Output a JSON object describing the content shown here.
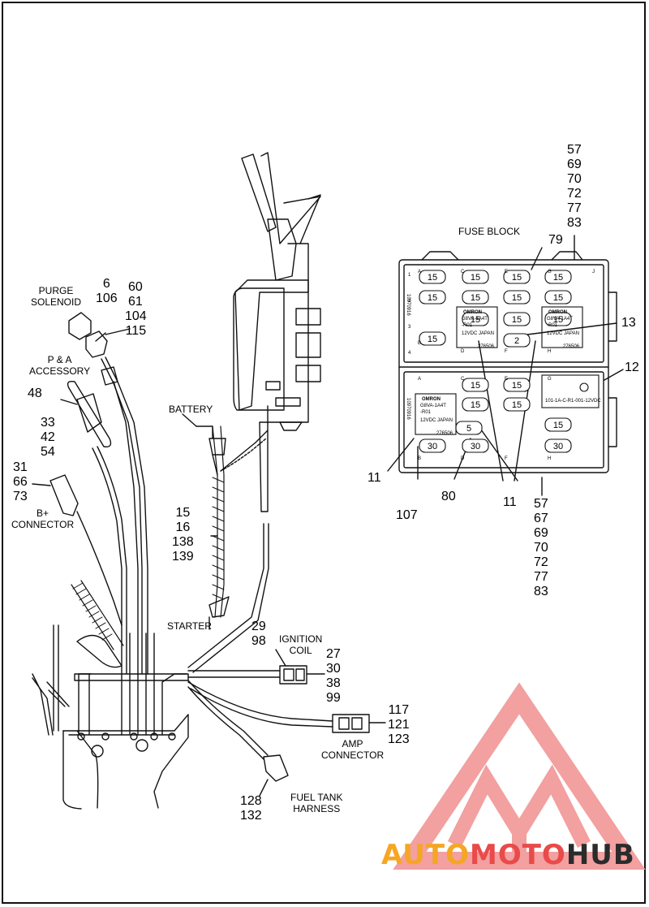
{
  "labels": {
    "purge_solenoid": "PURGE\nSOLENOID",
    "pa_accessory": "P & A\nACCESSORY",
    "b_plus_connector": "B+\nCONNECTOR",
    "battery": "BATTERY",
    "starter": "STARTER",
    "ignition_coil": "IGNITION\nCOIL",
    "amp_connector": "AMP\nCONNECTOR",
    "fuel_tank_harness": "FUEL TANK\nHARNESS",
    "fuse_block": "FUSE BLOCK"
  },
  "callouts": {
    "purge_a": [
      "6",
      "106"
    ],
    "purge_b": [
      "60",
      "61"
    ],
    "purge_c": [
      "104",
      "115"
    ],
    "pa_left_48": [
      "48"
    ],
    "pa_left": [
      "33",
      "42",
      "54"
    ],
    "bplus": [
      "31",
      "66",
      "73"
    ],
    "starter_group": [
      "15",
      "16",
      "138",
      "139"
    ],
    "ignition_top": [
      "29",
      "98"
    ],
    "ignition_right": [
      "27",
      "30",
      "38",
      "99"
    ],
    "amp": [
      "117",
      "121",
      "123"
    ],
    "fuel": [
      "128",
      "132"
    ],
    "fuse_top": [
      "57",
      "69",
      "70",
      "72",
      "77",
      "83"
    ],
    "fuse_79": [
      "79"
    ],
    "fuse_13": [
      "13"
    ],
    "fuse_12": [
      "12"
    ],
    "fuse_11_left": [
      "11"
    ],
    "fuse_107": [
      "107"
    ],
    "fuse_80": [
      "80"
    ],
    "fuse_11_mid": [
      "11"
    ],
    "fuse_bottom": [
      "57",
      "67",
      "69",
      "70",
      "72",
      "77",
      "83"
    ]
  },
  "fuse_block": {
    "upper_fuses": [
      "15",
      "15",
      "15",
      "15",
      "15",
      "15",
      "15",
      "15",
      "15",
      "15",
      "15",
      "15",
      "2"
    ],
    "lower_fuses": [
      "15",
      "15",
      "15",
      "15",
      "15",
      "5",
      "30",
      "30",
      "30"
    ],
    "relay_brand": "OMRON",
    "relay_model": "G8VA-1A4T\n-R01",
    "relay_spec": "12VDC    JAPAN",
    "relay_part": "276506",
    "block_part": "10970916",
    "block_part_lower": "10970916",
    "row_letters_upper": [
      "A",
      "C",
      "E",
      "G",
      "J",
      "B",
      "D",
      "F",
      "H"
    ],
    "row_letters_lower": [
      "A",
      "C",
      "E",
      "G",
      "B",
      "D",
      "F",
      "H"
    ],
    "side_numbers": [
      "1",
      "2",
      "3",
      "4"
    ],
    "diode_text": "101-1A-C-R1-001-12VDC"
  },
  "watermark": {
    "part1": "AUTO",
    "part2": "MOTO",
    "part3": "HUB"
  },
  "colors": {
    "line": "#111111",
    "wm_triangle": "#e94a4a",
    "wm_orange": "#f5a623"
  }
}
